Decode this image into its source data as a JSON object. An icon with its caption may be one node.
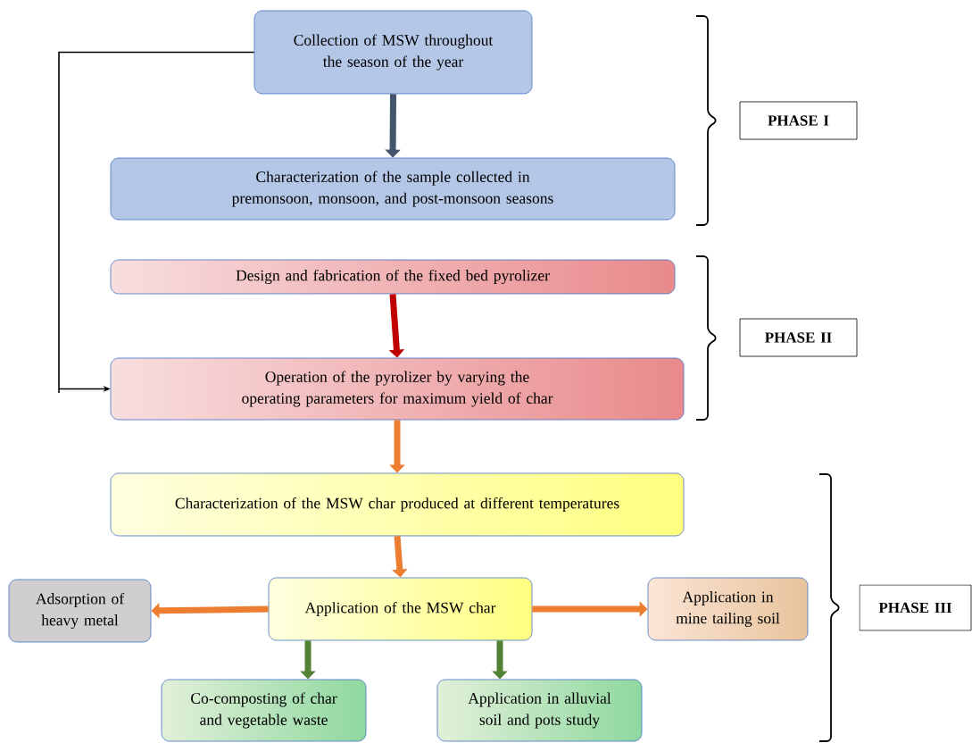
{
  "diagram": {
    "nodes": [
      {
        "text": [
          "Collection of MSW throughout the season of the year"
        ]
      },
      {
        "text": [
          "Characterization of the sample collected in premonsoon, monsoon, and post-monsoon seasons"
        ]
      },
      {
        "text": [
          "Design and fabrication of the fixed bed pyrolizer"
        ]
      },
      {
        "text": [
          "Operation of the pyrolizer by varying the operating parameters for maximum yield of char"
        ]
      },
      {
        "text": [
          "Characterization of the MSW char produced at different temperatures"
        ]
      },
      {
        "text": [
          "Application of the MSW char"
        ]
      },
      {
        "text": [
          "Adsorption of heavy metal"
        ]
      },
      {
        "text": [
          "Application in mine tailing soil"
        ]
      },
      {
        "text": [
          "Co-composting of char and vegetable waste"
        ]
      },
      {
        "text": [
          "Application in alluvial soil and pots study"
        ]
      },
      {
        "text": [
          "PHASE I"
        ]
      },
      {
        "text": [
          "PHASE II"
        ]
      },
      {
        "text": [
          "PHASE III"
        ]
      }
    ],
    "edges": [
      {
        "from": 0,
        "to": 1,
        "arrow": "to",
        "color": "#44546a"
      },
      {
        "from": 0,
        "to": 3,
        "arrow": "to",
        "color": "#000000"
      },
      {
        "from": 2,
        "to": 3,
        "arrow": "to",
        "color": "#c00000"
      },
      {
        "from": 3,
        "to": 4,
        "arrow": "to"
      },
      {
        "from": 4,
        "to": 5,
        "arrow": "to"
      },
      {
        "from": 5,
        "to": 6,
        "arrow": "to"
      },
      {
        "from": 5,
        "to": 7,
        "arrow": "to"
      },
      {
        "from": 5,
        "to": 8,
        "arrow": "to",
        "color": "#548235"
      },
      {
        "from": 5,
        "to": 9,
        "arrow": "to",
        "color": "#548235"
      }
    ]
  }
}
